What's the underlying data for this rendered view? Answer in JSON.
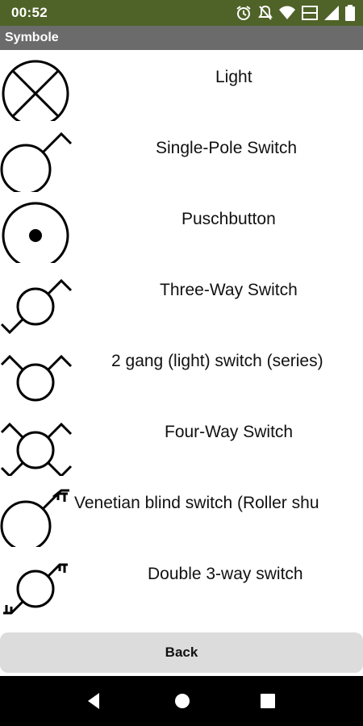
{
  "status_bar": {
    "time": "00:52",
    "icons": [
      "alarm-icon",
      "mute-icon",
      "wifi-icon",
      "volte-icon",
      "signal-icon",
      "battery-icon"
    ],
    "background": "#4f6228"
  },
  "app": {
    "title": "Symbole",
    "title_bar_color": "#6b6b6b"
  },
  "symbols": [
    {
      "label": "Light",
      "icon": "light-symbol-icon"
    },
    {
      "label": "Single-Pole Switch",
      "icon": "single-pole-switch-icon"
    },
    {
      "label": "Puschbutton",
      "icon": "pushbutton-icon"
    },
    {
      "label": "Three-Way Switch",
      "icon": "three-way-switch-icon"
    },
    {
      "label": "2 gang (light) switch (series)",
      "icon": "two-gang-switch-icon"
    },
    {
      "label": "Four-Way Switch",
      "icon": "four-way-switch-icon"
    },
    {
      "label": "Venetian blind switch (Roller shu",
      "icon": "venetian-blind-switch-icon"
    },
    {
      "label": "Double 3-way switch",
      "icon": "double-three-way-switch-icon"
    }
  ],
  "back_button": {
    "label": "Back"
  },
  "nav_bar": {
    "icons": [
      "back-triangle-icon",
      "home-circle-icon",
      "recents-square-icon"
    ]
  }
}
